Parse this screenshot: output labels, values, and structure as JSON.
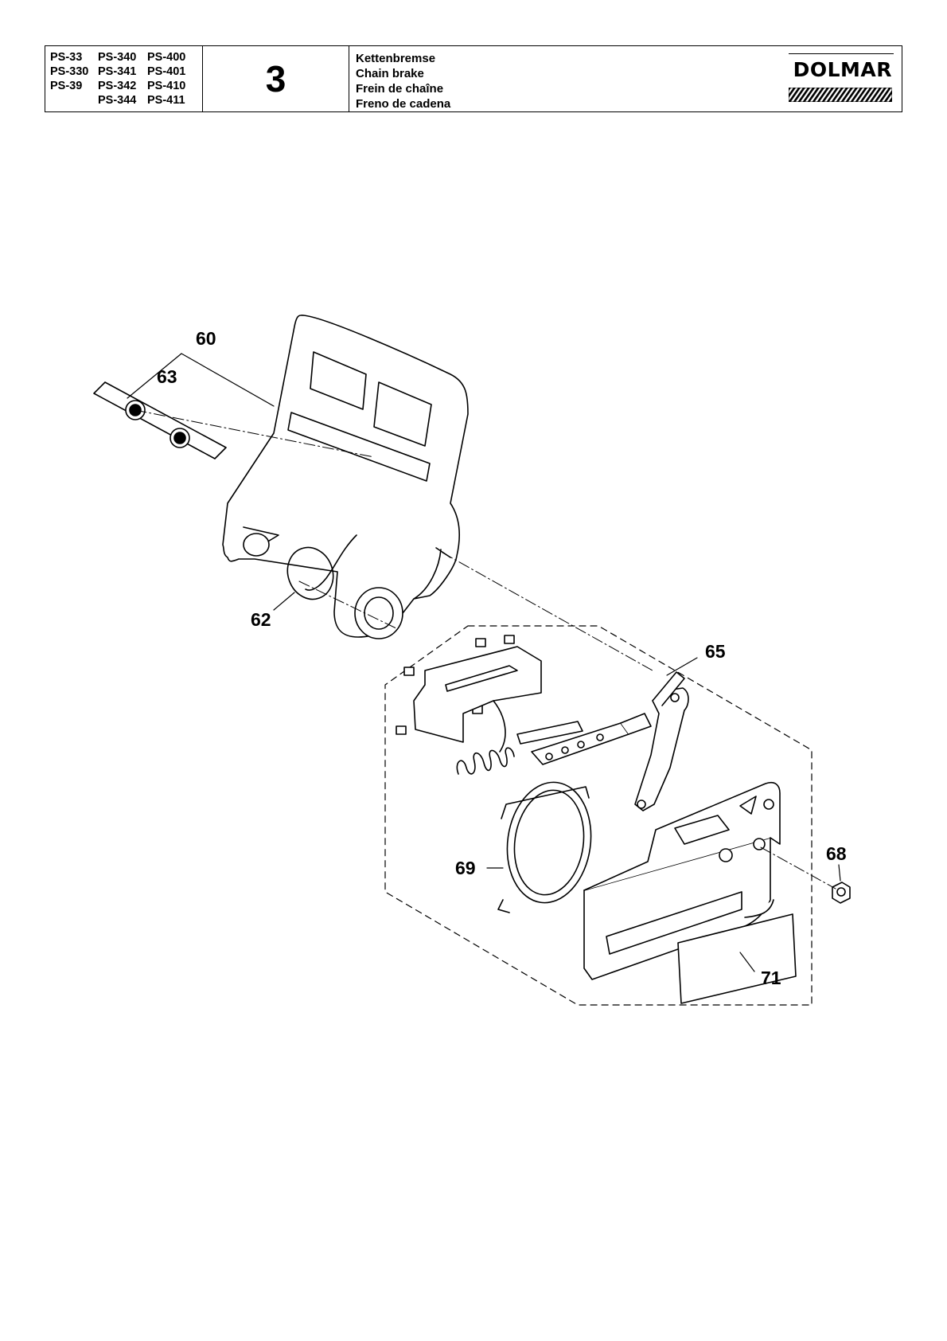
{
  "header": {
    "models": [
      "PS-33",
      "PS-340",
      "PS-400",
      "PS-330",
      "PS-341",
      "PS-401",
      "PS-39",
      "PS-342",
      "PS-410",
      "",
      "PS-344",
      "PS-411"
    ],
    "section_number": "3",
    "titles": [
      "Kettenbremse",
      "Chain brake",
      "Frein de chaîne",
      "Freno de cadena"
    ],
    "brand": "DOLMAR"
  },
  "callouts": {
    "c60": "60",
    "c63": "63",
    "c62": "62",
    "c65": "65",
    "c68": "68",
    "c69": "69",
    "c71": "71"
  }
}
